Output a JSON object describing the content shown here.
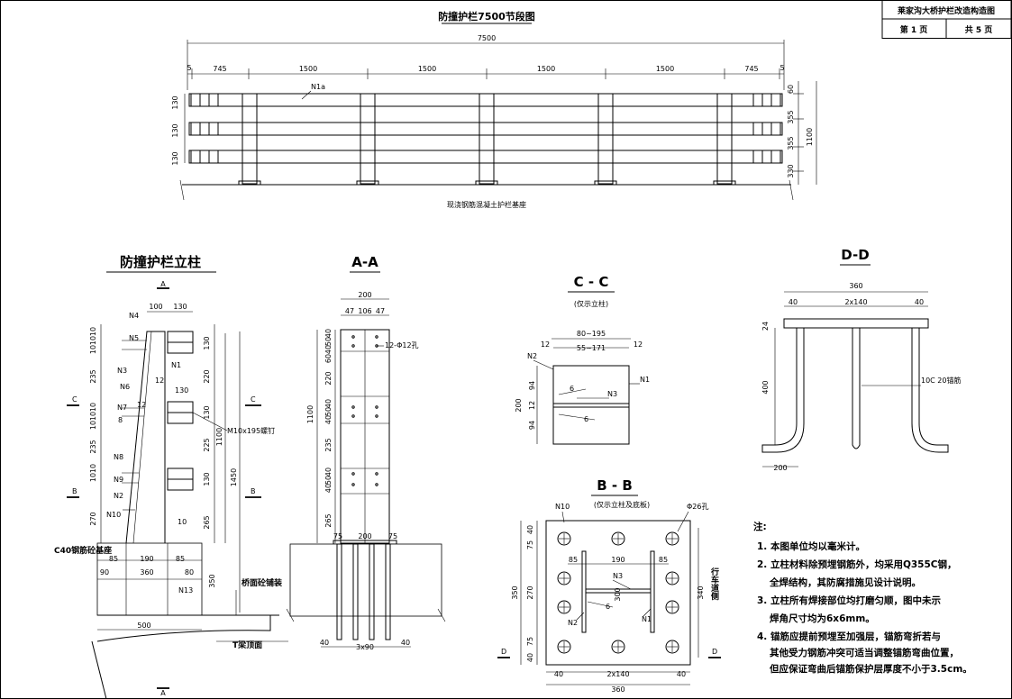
{
  "title_block": {
    "project": "莱家沟大桥护栏改造构造图",
    "page": "第 1 页",
    "total": "共 5 页"
  },
  "elevation": {
    "title": "防撞护栏7500节段图",
    "total_length": "7500",
    "spans": [
      "5",
      "745",
      "1500",
      "1500",
      "1500",
      "1500",
      "745",
      "5"
    ],
    "rail_label": "N1a",
    "left_dims": [
      "130",
      "130",
      "130"
    ],
    "right_dims": [
      "60",
      "355",
      "355",
      "330"
    ],
    "height": "1100",
    "base_label": "现浇钢筋混凝土护栏基座"
  },
  "post_view": {
    "title": "防撞护栏立柱",
    "section_a": "A",
    "section_b": "B",
    "section_c": "C",
    "top_dims": [
      "100",
      "130"
    ],
    "left_dims": [
      "10",
      "10",
      "10",
      "235",
      "10",
      "10",
      "10",
      "235",
      "10",
      "10",
      "270"
    ],
    "mid_dims": [
      "130",
      "220",
      "130",
      "225",
      "130",
      "265"
    ],
    "labels": [
      "N4",
      "N5",
      "N1",
      "N3",
      "12",
      "N6",
      "130",
      "N7",
      "12",
      "8",
      "N8",
      "N9",
      "N2",
      "N10",
      "10"
    ],
    "bolt_label": "M10x195螺钉",
    "h1100": "1100",
    "h1450": "1450",
    "base_label": "C40钢筋砼基座",
    "base_dims": [
      "85",
      "190",
      "85",
      "90",
      "360",
      "80"
    ],
    "n13": "N13",
    "d350": "350",
    "deck_label": "桥面砼铺装",
    "d500": "500",
    "girder_label": "T梁顶面"
  },
  "aa_view": {
    "title": "A-A",
    "dims_top": [
      "200",
      "47",
      "106",
      "47"
    ],
    "hole_label": "12-Φ12孔",
    "left_dims": [
      "40",
      "50",
      "40",
      "60",
      "220",
      "40",
      "50",
      "40",
      "235",
      "40",
      "50",
      "40",
      "265"
    ],
    "h1100": "1100",
    "base_dims": [
      "75",
      "200",
      "75"
    ],
    "bottom_dims": [
      "40",
      "3x90",
      "40"
    ]
  },
  "cc_view": {
    "title": "C - C",
    "subtitle": "(仅示立柱)",
    "dims": [
      "80~195",
      "55~171",
      "12",
      "12"
    ],
    "labels": [
      "N2",
      "6",
      "N3",
      "N1",
      "6"
    ],
    "left_dims": [
      "94",
      "12",
      "94"
    ],
    "h200": "200"
  },
  "bb_view": {
    "title": "B - B",
    "subtitle": "(仅示立柱及底板)",
    "n10": "N10",
    "hole_label": "Φ26孔",
    "dims": [
      "85",
      "190",
      "85"
    ],
    "left_dims": [
      "40",
      "75",
      "270",
      "75",
      "40"
    ],
    "h350": "350",
    "labels": [
      "N3",
      "300",
      "6",
      "N2",
      "N1"
    ],
    "d340": "340",
    "side_text": "行车道侧",
    "bottom_dims": [
      "40",
      "2x140",
      "40"
    ],
    "w360": "360",
    "section_d": "D"
  },
  "dd_view": {
    "title": "D-D",
    "w360": "360",
    "dims": [
      "40",
      "2x140",
      "40"
    ],
    "d24": "24",
    "d400": "400",
    "rebar_label": "10C 20锚筋",
    "d200": "200"
  },
  "notes": {
    "title": "注:",
    "items": [
      "1. 本图单位均以毫米计。",
      "2. 立柱材料除预埋钢筋外，均采用Q355C钢，",
      "全焊结构，其防腐措施见设计说明。",
      "3. 立柱所有焊接部位均打磨匀顺，图中未示",
      "焊角尺寸均为6x6mm。",
      "4. 锚筋应提前预埋至加强层，锚筋弯折若与",
      "其他受力钢筋冲突可适当调整锚筋弯曲位置，",
      "但应保证弯曲后锚筋保护层厚度不小于3.5cm。"
    ]
  }
}
